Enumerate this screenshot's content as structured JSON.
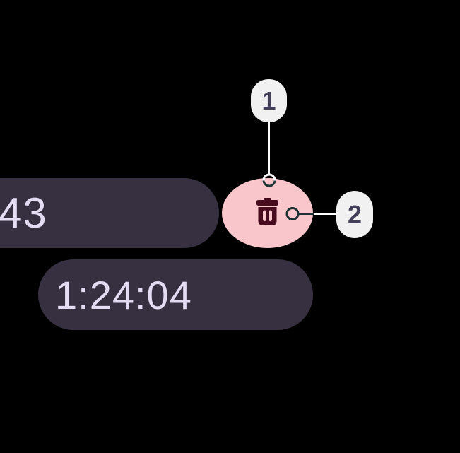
{
  "screen": {
    "description": "annotated tutorial overlay highlighting a delete button between two timer chips"
  },
  "chips": {
    "elapsed_partial": "43",
    "duration": "1:24:04"
  },
  "delete_button": {
    "icon": "trash-icon"
  },
  "callouts": {
    "one": {
      "label": "1"
    },
    "two": {
      "label": "2"
    }
  },
  "colors": {
    "background": "#000000",
    "chip_bg": "#363040",
    "chip_text": "#E4DCF3",
    "button_bg": "#F9C6CC",
    "button_icon": "#470C1D",
    "badge_bg": "#F2F1F1",
    "badge_text": "#44405A",
    "connector_light": "#FFFFFF",
    "connector_dark": "#1D3232"
  }
}
